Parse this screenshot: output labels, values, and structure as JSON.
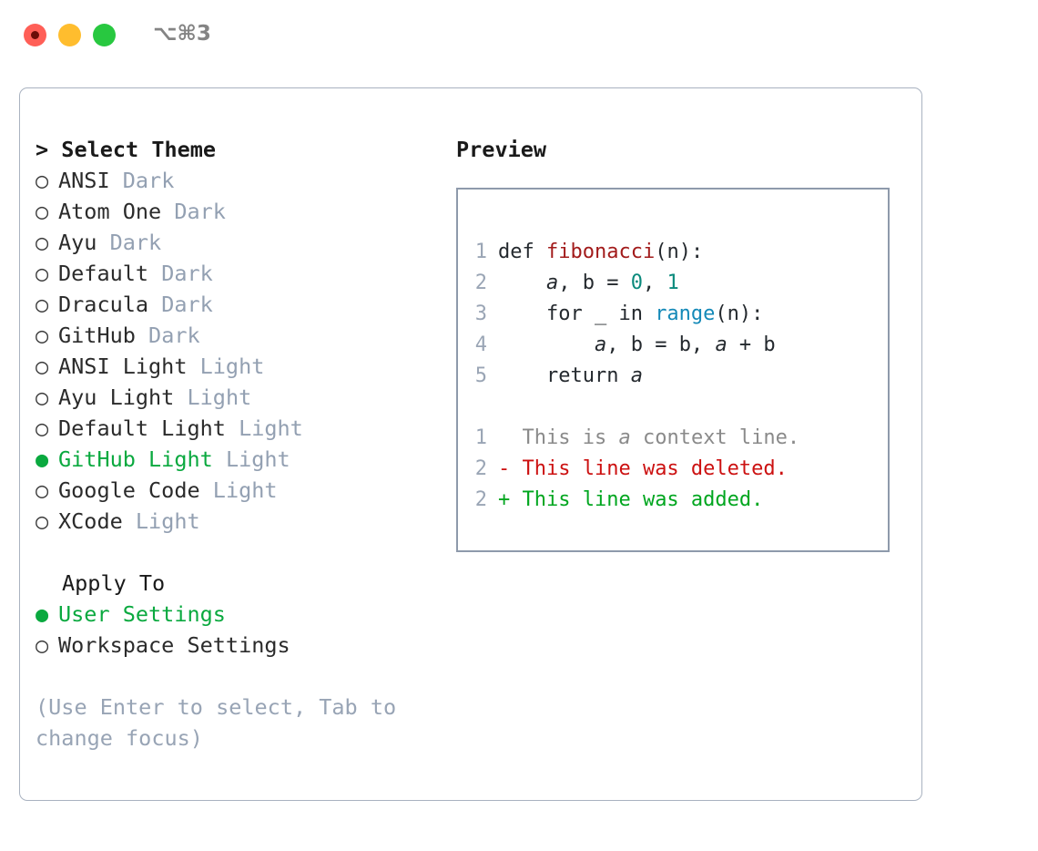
{
  "titlebar": {
    "shortcut": "⌥⌘3",
    "buttons": [
      {
        "name": "close",
        "color": "#ff5f57"
      },
      {
        "name": "minimize",
        "color": "#ffbd2e"
      },
      {
        "name": "maximize",
        "color": "#28c840"
      }
    ]
  },
  "theme_list": {
    "header": "> Select Theme",
    "items": [
      {
        "bullet": "○",
        "label": "ANSI",
        "suffix": "Dark",
        "selected": false
      },
      {
        "bullet": "○",
        "label": "Atom One",
        "suffix": "Dark",
        "selected": false
      },
      {
        "bullet": "○",
        "label": "Ayu",
        "suffix": "Dark",
        "selected": false
      },
      {
        "bullet": "○",
        "label": "Default",
        "suffix": "Dark",
        "selected": false
      },
      {
        "bullet": "○",
        "label": "Dracula",
        "suffix": "Dark",
        "selected": false
      },
      {
        "bullet": "○",
        "label": "GitHub",
        "suffix": "Dark",
        "selected": false
      },
      {
        "bullet": "○",
        "label": "ANSI Light",
        "suffix": "Light",
        "selected": false
      },
      {
        "bullet": "○",
        "label": "Ayu Light",
        "suffix": "Light",
        "selected": false
      },
      {
        "bullet": "○",
        "label": "Default Light",
        "suffix": "Light",
        "selected": false
      },
      {
        "bullet": "●",
        "label": "GitHub Light",
        "suffix": "Light",
        "selected": true
      },
      {
        "bullet": "○",
        "label": "Google Code",
        "suffix": "Light",
        "selected": false
      },
      {
        "bullet": "○",
        "label": "XCode",
        "suffix": "Light",
        "selected": false
      }
    ]
  },
  "apply_to": {
    "header": "Apply To",
    "items": [
      {
        "bullet": "●",
        "label": "User Settings",
        "selected": true
      },
      {
        "bullet": "○",
        "label": "Workspace Settings",
        "selected": false
      }
    ]
  },
  "hint": "(Use Enter to select, Tab to change focus)",
  "preview": {
    "title": "Preview",
    "code_lines": [
      {
        "no": "1",
        "parts": [
          {
            "t": "def ",
            "c": "code"
          },
          {
            "t": "fibonacci",
            "c": "fn"
          },
          {
            "t": "(n):",
            "c": "code"
          }
        ]
      },
      {
        "no": "2",
        "parts": [
          {
            "t": "    ",
            "c": "code"
          },
          {
            "t": "a",
            "c": "var"
          },
          {
            "t": ", b = ",
            "c": "code"
          },
          {
            "t": "0",
            "c": "num"
          },
          {
            "t": ", ",
            "c": "code"
          },
          {
            "t": "1",
            "c": "num"
          }
        ]
      },
      {
        "no": "3",
        "parts": [
          {
            "t": "    for _ in ",
            "c": "code"
          },
          {
            "t": "range",
            "c": "call"
          },
          {
            "t": "(n):",
            "c": "code"
          }
        ]
      },
      {
        "no": "4",
        "parts": [
          {
            "t": "        ",
            "c": "code"
          },
          {
            "t": "a",
            "c": "var"
          },
          {
            "t": ", b = b, ",
            "c": "code"
          },
          {
            "t": "a",
            "c": "var"
          },
          {
            "t": " + b",
            "c": "code"
          }
        ]
      },
      {
        "no": "5",
        "parts": [
          {
            "t": "    return ",
            "c": "code"
          },
          {
            "t": "a",
            "c": "var"
          }
        ]
      }
    ],
    "diff_lines": [
      {
        "no": "1",
        "marker": " ",
        "text": " This is ",
        "italic": "a",
        "rest": " context line.",
        "kind": "ctx"
      },
      {
        "no": "2",
        "marker": "-",
        "text": " This line was deleted.",
        "italic": "",
        "rest": "",
        "kind": "del"
      },
      {
        "no": "2",
        "marker": "+",
        "text": " This line was added.",
        "italic": "",
        "rest": "",
        "kind": "add"
      }
    ]
  },
  "colors": {
    "accent_green": "#0aa93f",
    "muted": "#93a0b2",
    "panel_border": "#a9b2c0",
    "preview_border": "#8e9aab",
    "fn_red": "#a21b1b",
    "number_teal": "#0b8a7c",
    "call_blue": "#1489b8",
    "diff_del": "#cc1111",
    "diff_add": "#00a61f",
    "lineno": "#9aa5b5"
  }
}
